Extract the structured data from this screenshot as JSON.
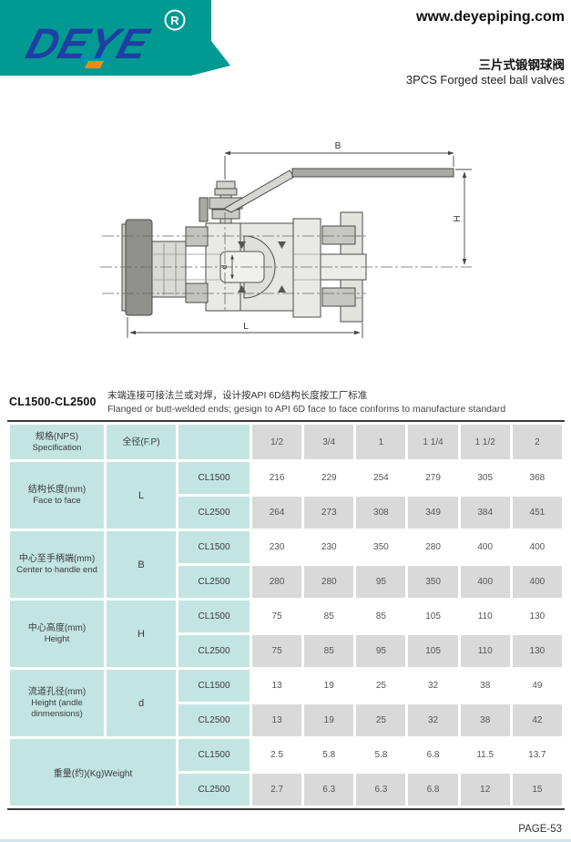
{
  "page": {
    "page_number": "PAGE-53"
  },
  "header": {
    "logo": {
      "brand": "DEYE",
      "registered": "R",
      "teal": "#009a92",
      "blue": "#1e3fa4",
      "orange": "#f6891e"
    },
    "website": "www.deyepiping.com",
    "title_zh": "三片式锻钢球阀",
    "title_en": "3PCS Forged steel ball valves"
  },
  "drawing": {
    "labels": {
      "B": "B",
      "H": "H",
      "L": "L",
      "d": "d"
    }
  },
  "section": {
    "range": "CL1500-CL2500",
    "note_zh": "末端连接可接法兰或对焊，设计按API 6D结构长度按工厂标准",
    "note_en": "Flanged or butt-welded ends; gesign to API 6D face to face conforms to manufacture standard"
  },
  "table": {
    "colors": {
      "teal": "#c2e5e2",
      "gray": "#d9d9d9",
      "white": "#ffffff"
    },
    "header": {
      "spec_zh": "规格(NPS)",
      "spec_en": "Specification",
      "bore": "全径(F.P)",
      "sizes": [
        "1/2",
        "3/4",
        "1",
        "1 1/4",
        "1 1/2",
        "2"
      ]
    },
    "groups": [
      {
        "label_zh": "结构长度(mm)",
        "label_en": "Face to face",
        "symbol": "L",
        "rows": [
          {
            "class": "CL1500",
            "values": [
              "216",
              "229",
              "254",
              "279",
              "305",
              "368"
            ]
          },
          {
            "class": "CL2500",
            "values": [
              "264",
              "273",
              "308",
              "349",
              "384",
              "451"
            ]
          }
        ]
      },
      {
        "label_zh": "中心至手柄端(mm)",
        "label_en": "Center to handle end",
        "symbol": "B",
        "rows": [
          {
            "class": "CL1500",
            "values": [
              "230",
              "230",
              "350",
              "280",
              "400",
              "400"
            ]
          },
          {
            "class": "CL2500",
            "values": [
              "280",
              "280",
              "95",
              "350",
              "400",
              "400"
            ]
          }
        ]
      },
      {
        "label_zh": "中心高度(mm)",
        "label_en": "Height",
        "symbol": "H",
        "rows": [
          {
            "class": "CL1500",
            "values": [
              "75",
              "85",
              "85",
              "105",
              "110",
              "130"
            ]
          },
          {
            "class": "CL2500",
            "values": [
              "75",
              "85",
              "95",
              "105",
              "110",
              "130"
            ]
          }
        ]
      },
      {
        "label_zh": "流道孔径(mm)",
        "label_en": "Height (andle dinmensions)",
        "symbol": "d",
        "rows": [
          {
            "class": "CL1500",
            "values": [
              "13",
              "19",
              "25",
              "32",
              "38",
              "49"
            ]
          },
          {
            "class": "CL2500",
            "values": [
              "13",
              "19",
              "25",
              "32",
              "38",
              "42"
            ]
          }
        ]
      },
      {
        "label_zh": "重量(约)(Kg)Weight",
        "label_en": "",
        "symbol": "",
        "rows": [
          {
            "class": "CL1500",
            "values": [
              "2.5",
              "5.8",
              "5.8",
              "6.8",
              "11.5",
              "13.7"
            ]
          },
          {
            "class": "CL2500",
            "values": [
              "2.7",
              "6.3",
              "6.3",
              "6.8",
              "12",
              "15"
            ]
          }
        ]
      }
    ]
  }
}
